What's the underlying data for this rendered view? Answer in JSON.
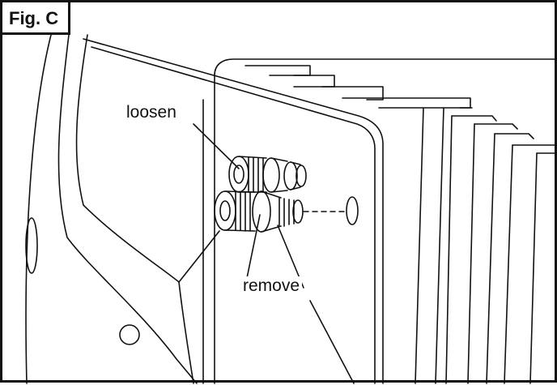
{
  "figure": {
    "label": "Fig. C"
  },
  "callouts": {
    "loosen": "loosen",
    "remove": "remove"
  },
  "colors": {
    "line": "#111111",
    "background": "#ffffff"
  }
}
